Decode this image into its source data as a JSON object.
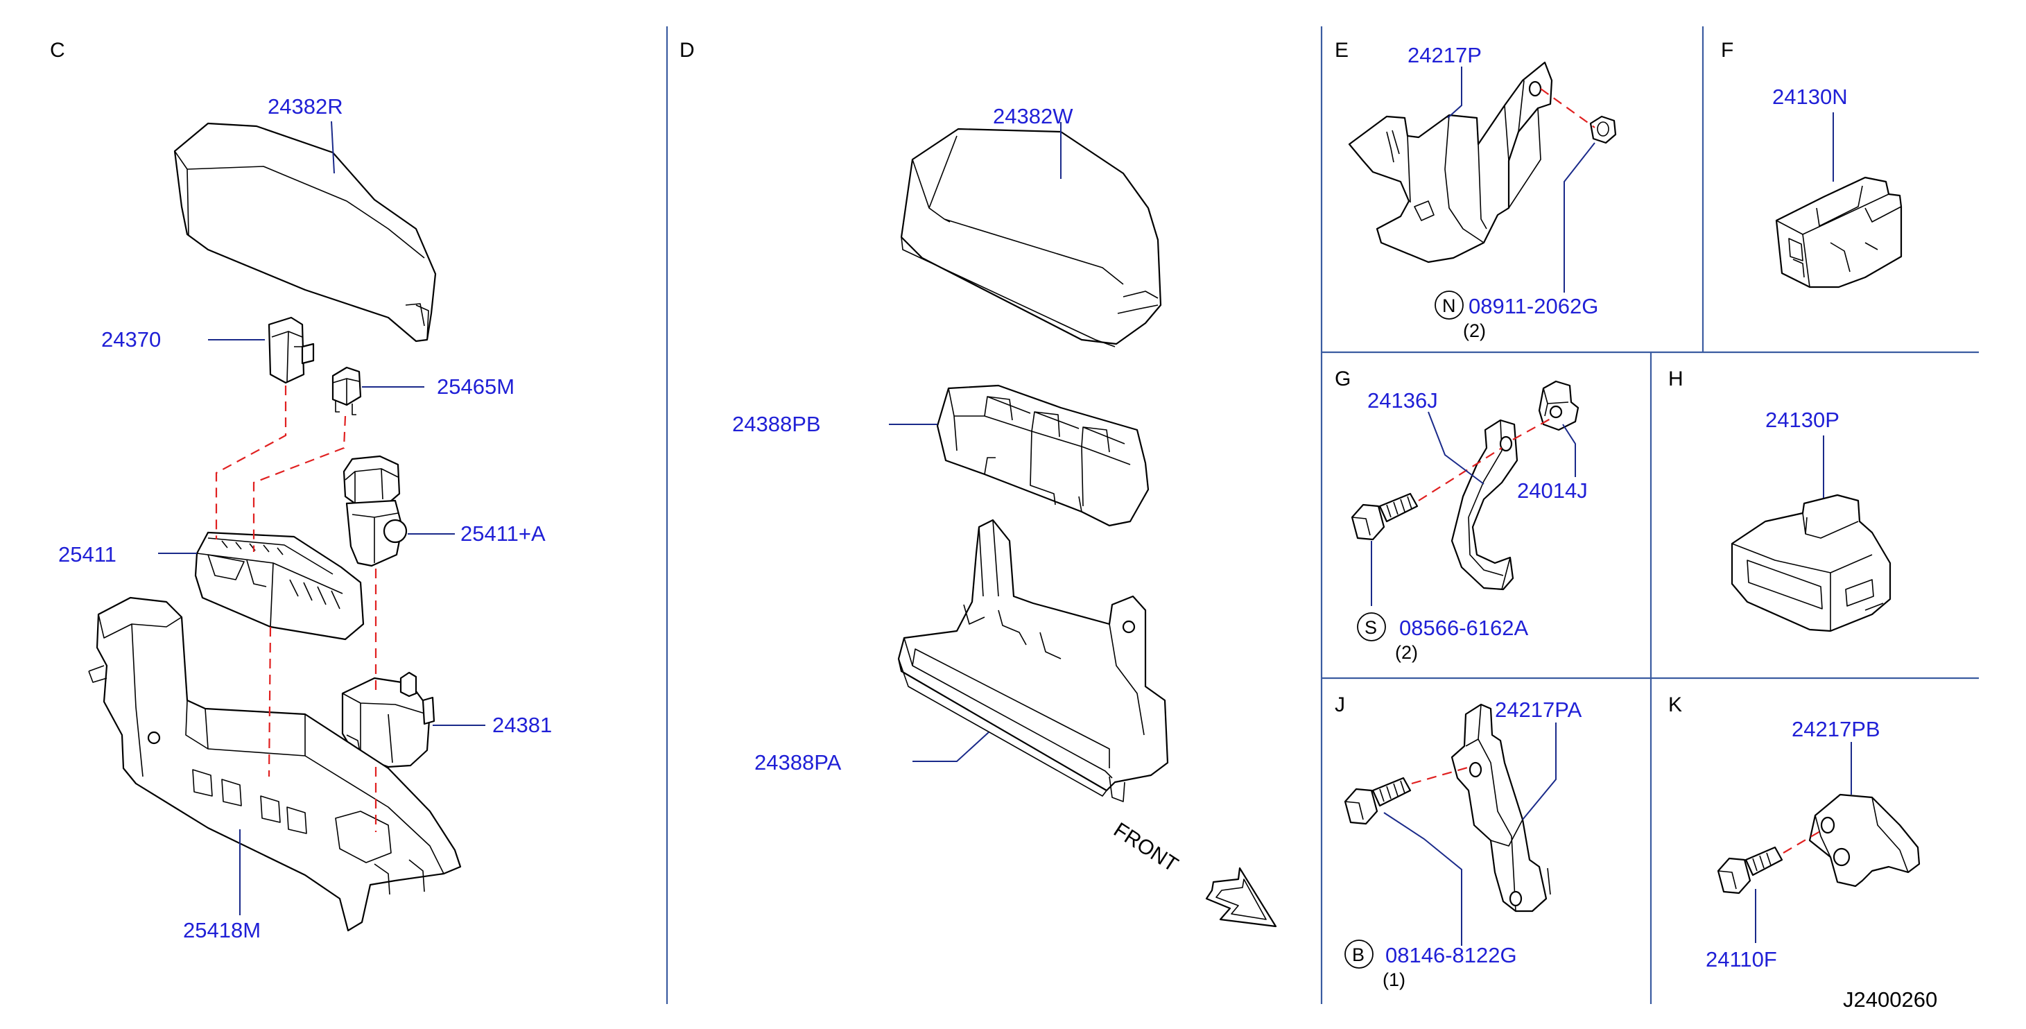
{
  "colors": {
    "label": "#1f1fd6",
    "leader": "#1a2a8a",
    "divider": "#3a5ba0",
    "dash": "#e02020",
    "ink": "#000000"
  },
  "sections": {
    "C": {
      "letter": "C",
      "parts": [
        "24382R",
        "24370",
        "25465M",
        "25411",
        "25411+A",
        "24381",
        "25418M"
      ]
    },
    "D": {
      "letter": "D",
      "parts": [
        "24382W",
        "24388PB",
        "24388PA"
      ],
      "front": "FRONT"
    },
    "E": {
      "letter": "E",
      "parts": [
        "24217P"
      ],
      "fastener": {
        "symbol": "N",
        "code": "08911-2062G",
        "qty": "(2)"
      }
    },
    "F": {
      "letter": "F",
      "parts": [
        "24130N"
      ]
    },
    "G": {
      "letter": "G",
      "parts": [
        "24136J",
        "24014J"
      ],
      "fastener": {
        "symbol": "S",
        "code": "08566-6162A",
        "qty": "(2)"
      }
    },
    "H": {
      "letter": "H",
      "parts": [
        "24130P"
      ]
    },
    "J": {
      "letter": "J",
      "parts": [
        "24217PA"
      ],
      "fastener": {
        "symbol": "B",
        "code": "08146-8122G",
        "qty": "(1)"
      }
    },
    "K": {
      "letter": "K",
      "parts": [
        "24217PB",
        "24110F"
      ]
    }
  },
  "reference_code": "J2400260"
}
